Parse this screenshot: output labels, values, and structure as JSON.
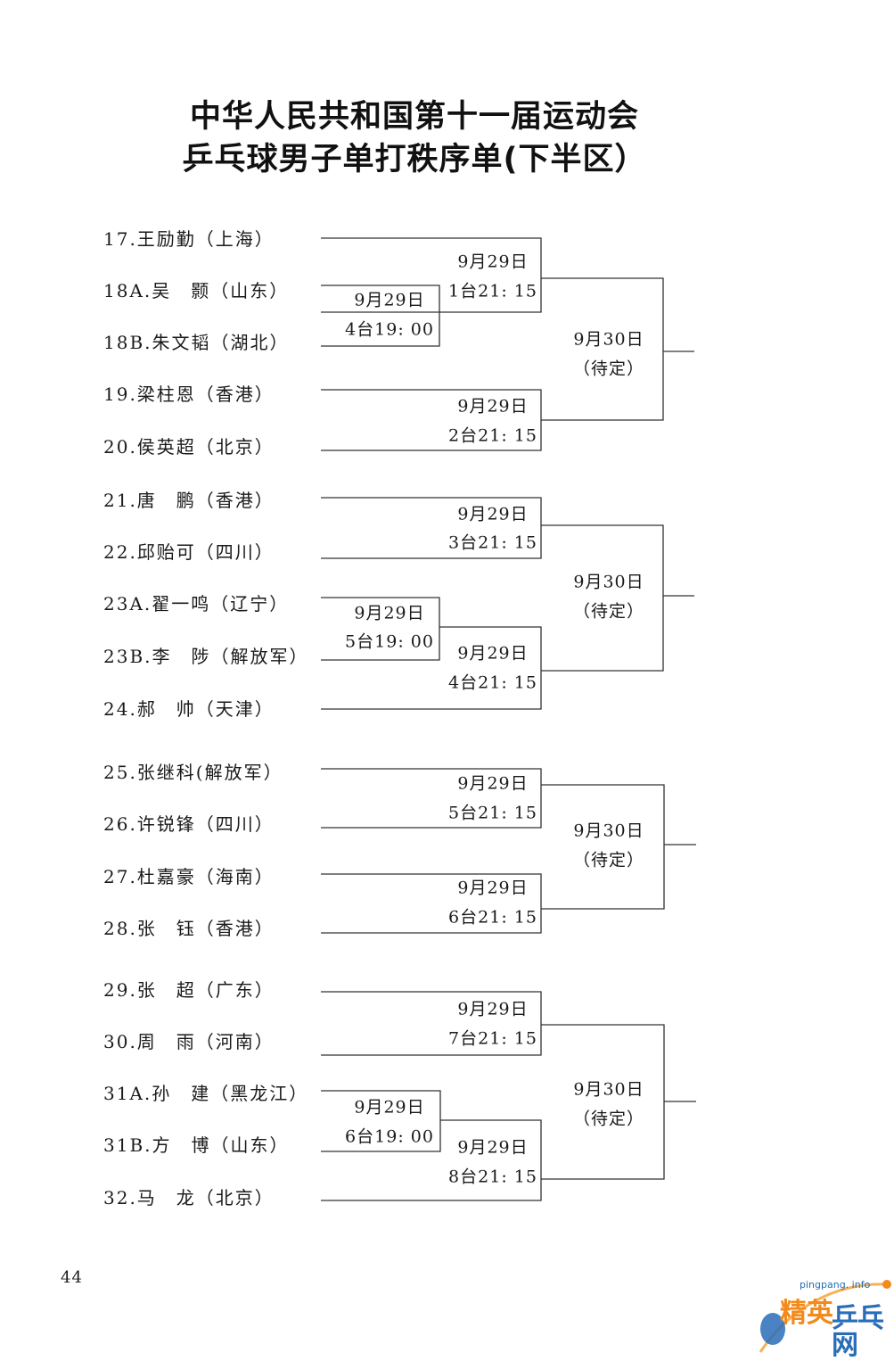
{
  "title": {
    "line1": "中华人民共和国第十一届运动会",
    "line2": "乒乓球男子单打秩序单(下半区）"
  },
  "players": [
    {
      "label": "17.王励勤（上海）"
    },
    {
      "label": "18A.吴　颢（山东）"
    },
    {
      "label": "18B.朱文韬（湖北）"
    },
    {
      "label": "19.梁柱恩（香港）"
    },
    {
      "label": "20.侯英超（北京）"
    },
    {
      "label": "21.唐　鹏（香港）"
    },
    {
      "label": "22.邱贻可（四川）"
    },
    {
      "label": "23A.翟一鸣（辽宁）"
    },
    {
      "label": "23B.李　陟（解放军）"
    },
    {
      "label": "24.郝　帅（天津）"
    },
    {
      "label": "25.张继科(解放军）"
    },
    {
      "label": "26.许锐锋（四川）"
    },
    {
      "label": "27.杜嘉豪（海南）"
    },
    {
      "label": "28.张　钰（香港）"
    },
    {
      "label": "29.张　超（广东）"
    },
    {
      "label": "30.周　雨（河南）"
    },
    {
      "label": "31A.孙　建（黑龙江）"
    },
    {
      "label": "31B.方　博（山东）"
    },
    {
      "label": "32.马　龙（北京）"
    }
  ],
  "matches": {
    "prelim": [
      {
        "date": "9月29日",
        "slot": "4台19: 00"
      },
      {
        "date": "9月29日",
        "slot": "5台19: 00"
      },
      {
        "date": "9月29日",
        "slot": "6台19: 00"
      }
    ],
    "round1": [
      {
        "date": "9月29日",
        "slot": "1台21: 15"
      },
      {
        "date": "9月29日",
        "slot": "2台21: 15"
      },
      {
        "date": "9月29日",
        "slot": "3台21: 15"
      },
      {
        "date": "9月29日",
        "slot": "4台21: 15"
      },
      {
        "date": "9月29日",
        "slot": "5台21: 15"
      },
      {
        "date": "9月29日",
        "slot": "6台21: 15"
      },
      {
        "date": "9月29日",
        "slot": "7台21: 15"
      },
      {
        "date": "9月29日",
        "slot": "8台21: 15"
      }
    ],
    "round2": [
      {
        "date": "9月30日",
        "status": "（待定）"
      },
      {
        "date": "9月30日",
        "status": "（待定）"
      },
      {
        "date": "9月30日",
        "status": "（待定）"
      },
      {
        "date": "9月30日",
        "status": "（待定）"
      }
    ]
  },
  "page_number": "44",
  "watermark": {
    "domain": "pingpang. info",
    "brand_a": "精英",
    "brand_b": "乒乓网"
  },
  "colors": {
    "line": "#333333",
    "text": "#1a1a1a",
    "watermark_orange": "#f28a1c",
    "watermark_blue": "#2a6db8"
  }
}
